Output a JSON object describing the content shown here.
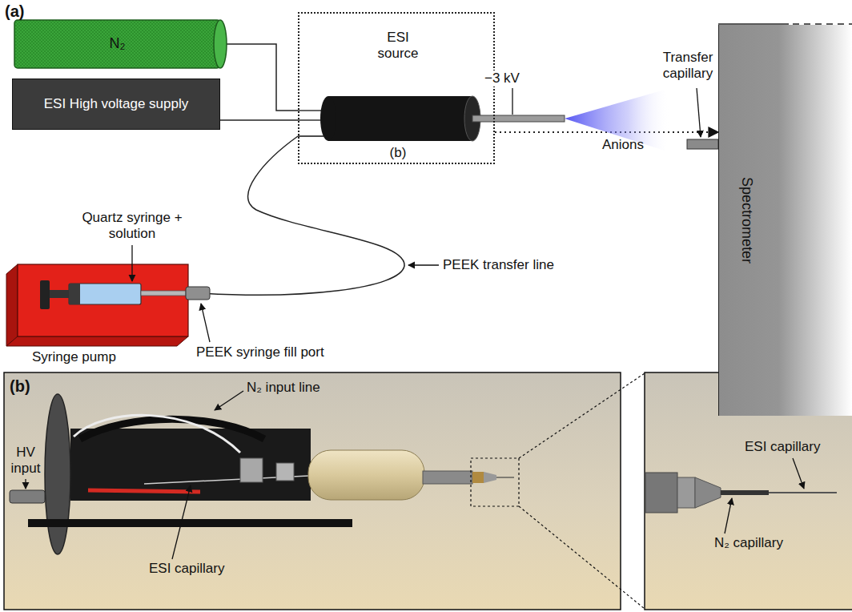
{
  "diagram": {
    "nodes": [
      {
        "text": [
          "N₂"
        ]
      },
      {
        "text": [
          "ESI High voltage supply"
        ]
      },
      {
        "text": [
          "ESI source",
          "(b)"
        ]
      },
      {
        "text": [
          "Syringe pump"
        ]
      },
      {
        "text": [
          "Spectrometer"
        ]
      }
    ],
    "edges": [
      {
        "from": 0,
        "to": 2,
        "arrow": "none"
      },
      {
        "from": 1,
        "to": 2,
        "arrow": "none"
      },
      {
        "from": 3,
        "to": 2,
        "arrow": "none"
      },
      {
        "from": 2,
        "to": 4,
        "arrow": "to",
        "label": "Anions"
      }
    ],
    "labels": [
      "(a)",
      "−3 kV",
      "Transfer capillary",
      "Quartz syringe + solution",
      "PEEK transfer line",
      "PEEK syringe fill port",
      "(b)",
      "N₂ input line",
      "HV input",
      "ESI capillary",
      "ESI capillary",
      "N₂ capillary"
    ]
  }
}
